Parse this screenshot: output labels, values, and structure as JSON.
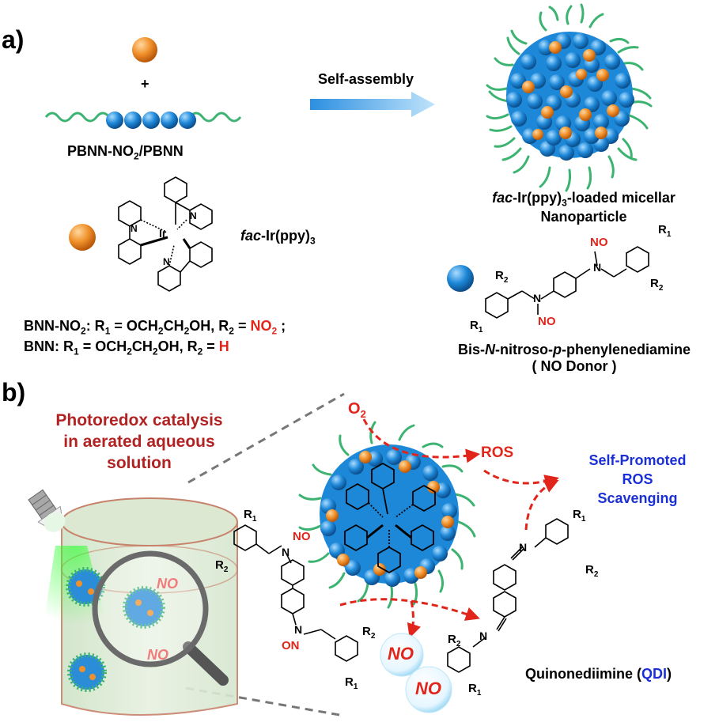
{
  "panels": {
    "a": "a)",
    "b": "b)"
  },
  "panel_a": {
    "plus": "+",
    "arrow_label": "Self-assembly",
    "polymer_label": "PBNN-NO",
    "polymer_label_sub": "2",
    "polymer_label_tail": "/PBNN",
    "ir_label_italic": "fac",
    "ir_label_rest": "-Ir(ppy)",
    "ir_label_sub": "3",
    "ir_atom": "Ir",
    "n_atom": "N",
    "micelle_label_italic": "fac",
    "micelle_label_rest": "-Ir(ppy)",
    "micelle_label_sub": "3",
    "micelle_label_tail": "-loaded micellar",
    "micelle_label_line2": "Nanoparticle",
    "donor_name_1": "Bis-",
    "donor_name_N": "N",
    "donor_name_2": "-nitroso-",
    "donor_name_p": "p",
    "donor_name_3": "-phenylenediamine",
    "donor_name_line2": "( NO Donor )",
    "bnn_no2_line": {
      "prefix": "BNN-NO",
      "sub": "2",
      "mid": ": R",
      "r1sub": "1",
      "eq1": " = OCH",
      "s1": "2",
      "ch": "CH",
      "s2": "2",
      "oh": "OH, R",
      "r2sub": "2",
      "eq2": " = ",
      "value": "NO",
      "vsub": "2",
      "end": " ;"
    },
    "bnn_line": {
      "prefix": "BNN: R",
      "r1sub": "1",
      "eq1": " = OCH",
      "s1": "2",
      "ch": "CH",
      "s2": "2",
      "oh": "OH, R",
      "r2sub": "2",
      "eq2": " = ",
      "value": "H"
    },
    "struct_labels": {
      "no": "NO",
      "n": "N",
      "r1": "R",
      "r2": "R",
      "sub1": "1",
      "sub2": "2"
    }
  },
  "panel_b": {
    "photoredox_line1": "Photoredox catalysis",
    "photoredox_line2": "in aerated aqueous",
    "photoredox_line3": "solution",
    "o2": "O",
    "o2_sub": "2",
    "ros": "ROS",
    "self_promoted_line1": "Self-Promoted",
    "self_promoted_line2": "ROS",
    "self_promoted_line3": "Scavenging",
    "no_bubble_1": "NO",
    "no_bubble_2": "NO",
    "no_in_cup_1": "NO",
    "no_in_cup_2": "NO",
    "qdi_label_prefix": "Quinonediimine (",
    "qdi_label_abbr": "QDI",
    "qdi_label_suffix": ")",
    "struct_labels": {
      "no": "NO",
      "on": "ON",
      "n": "N",
      "r": "R",
      "sub1": "1",
      "sub2": "2"
    }
  },
  "colors": {
    "red": "#e1251b",
    "dark_red": "#b22222",
    "blue": "#1a2fd6",
    "sphere_blue": "#1e88d8",
    "sphere_orange": "#f0902a",
    "chain_green": "#3cb371",
    "light_green": "#3ee23e"
  }
}
